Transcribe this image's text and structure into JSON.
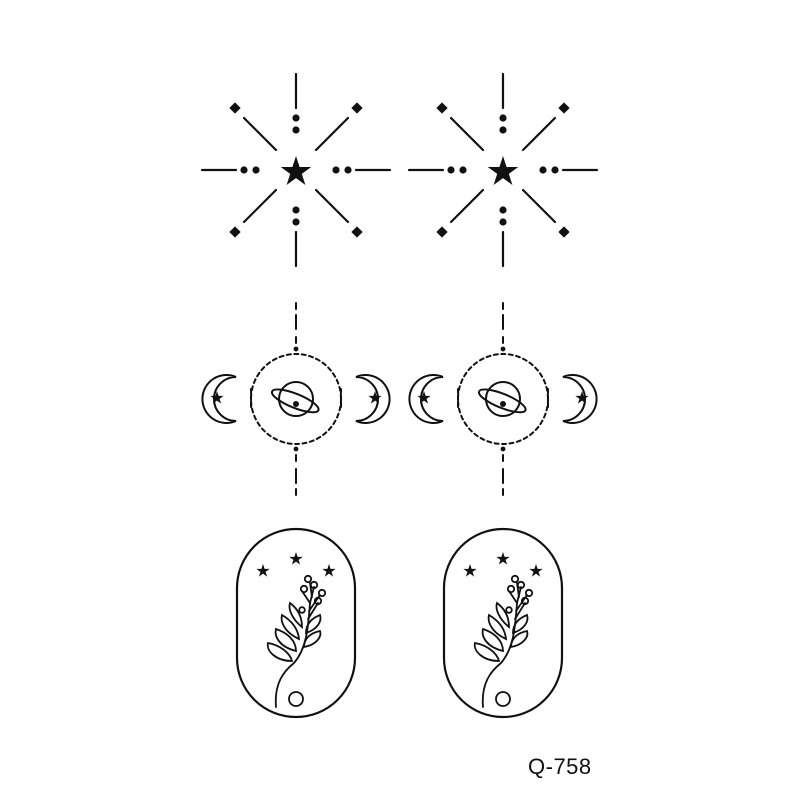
{
  "product_code": "Q-758",
  "colors": {
    "ink": "#111111",
    "background": "#ffffff"
  },
  "designs": [
    {
      "name": "starburst-design",
      "icon": "starburst-icon",
      "count": 2
    },
    {
      "name": "triple-moon-planet-design",
      "icon": "triple-moon-planet-icon",
      "count": 2
    },
    {
      "name": "oval-botanical-design",
      "icon": "oval-botanical-icon",
      "count": 2
    }
  ]
}
